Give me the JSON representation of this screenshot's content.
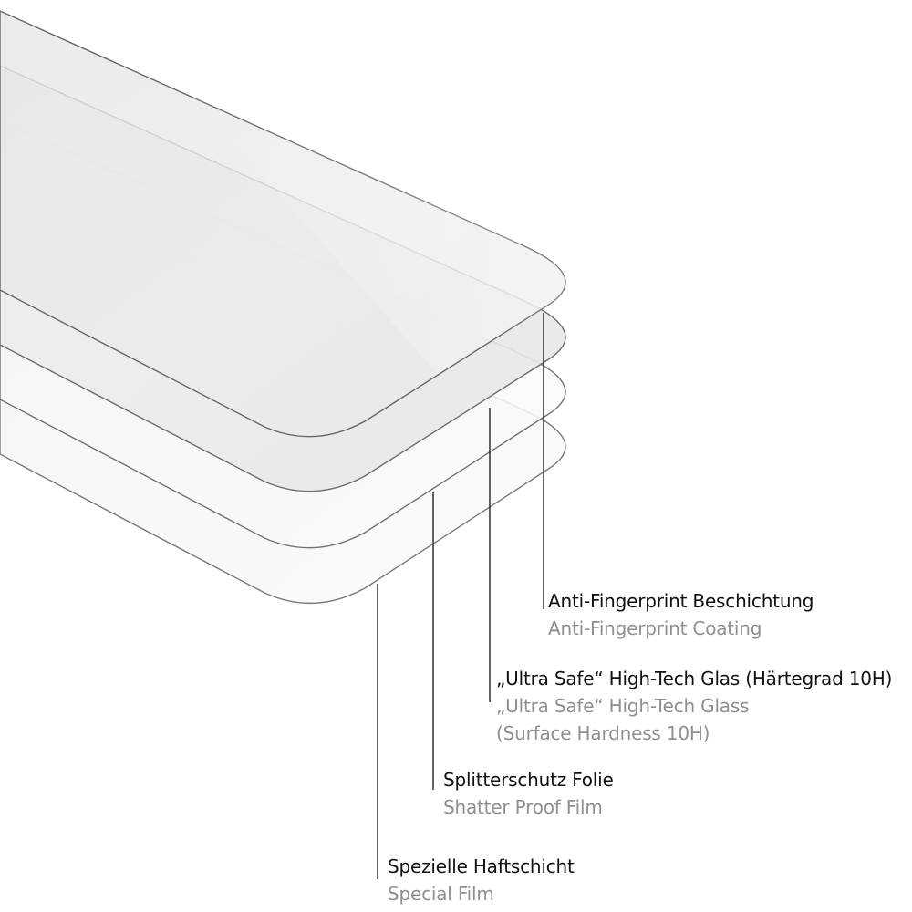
{
  "figure": {
    "subject": "screen protector layer stack",
    "layer_stroke_color": "#6f6f6f",
    "leader_color": "#222222",
    "primary_text_color": "#111111",
    "secondary_text_color": "#8f8f8f"
  },
  "layers": [
    {
      "id": "anti-fingerprint",
      "label_de": "Anti-Fingerprint Beschichtung",
      "label_en": "Anti-Fingerprint Coating",
      "fill": "#e6e9ec"
    },
    {
      "id": "ultra-safe-glass",
      "label_de": "„Ultra Safe“ High-Tech Glas (Härtegrad 10H)",
      "label_en_line1": "„Ultra Safe“ High-Tech Glass",
      "label_en_line2": "(Surface Hardness 10H)",
      "fill": "#e9eae8"
    },
    {
      "id": "shatter-proof",
      "label_de": "Splitterschutz Folie",
      "label_en": "Shatter Proof Film",
      "fill": "#f6f7f8"
    },
    {
      "id": "special-film",
      "label_de": "Spezielle Haftschicht",
      "label_en": "Special Film",
      "fill": "#fbfbfb"
    }
  ]
}
